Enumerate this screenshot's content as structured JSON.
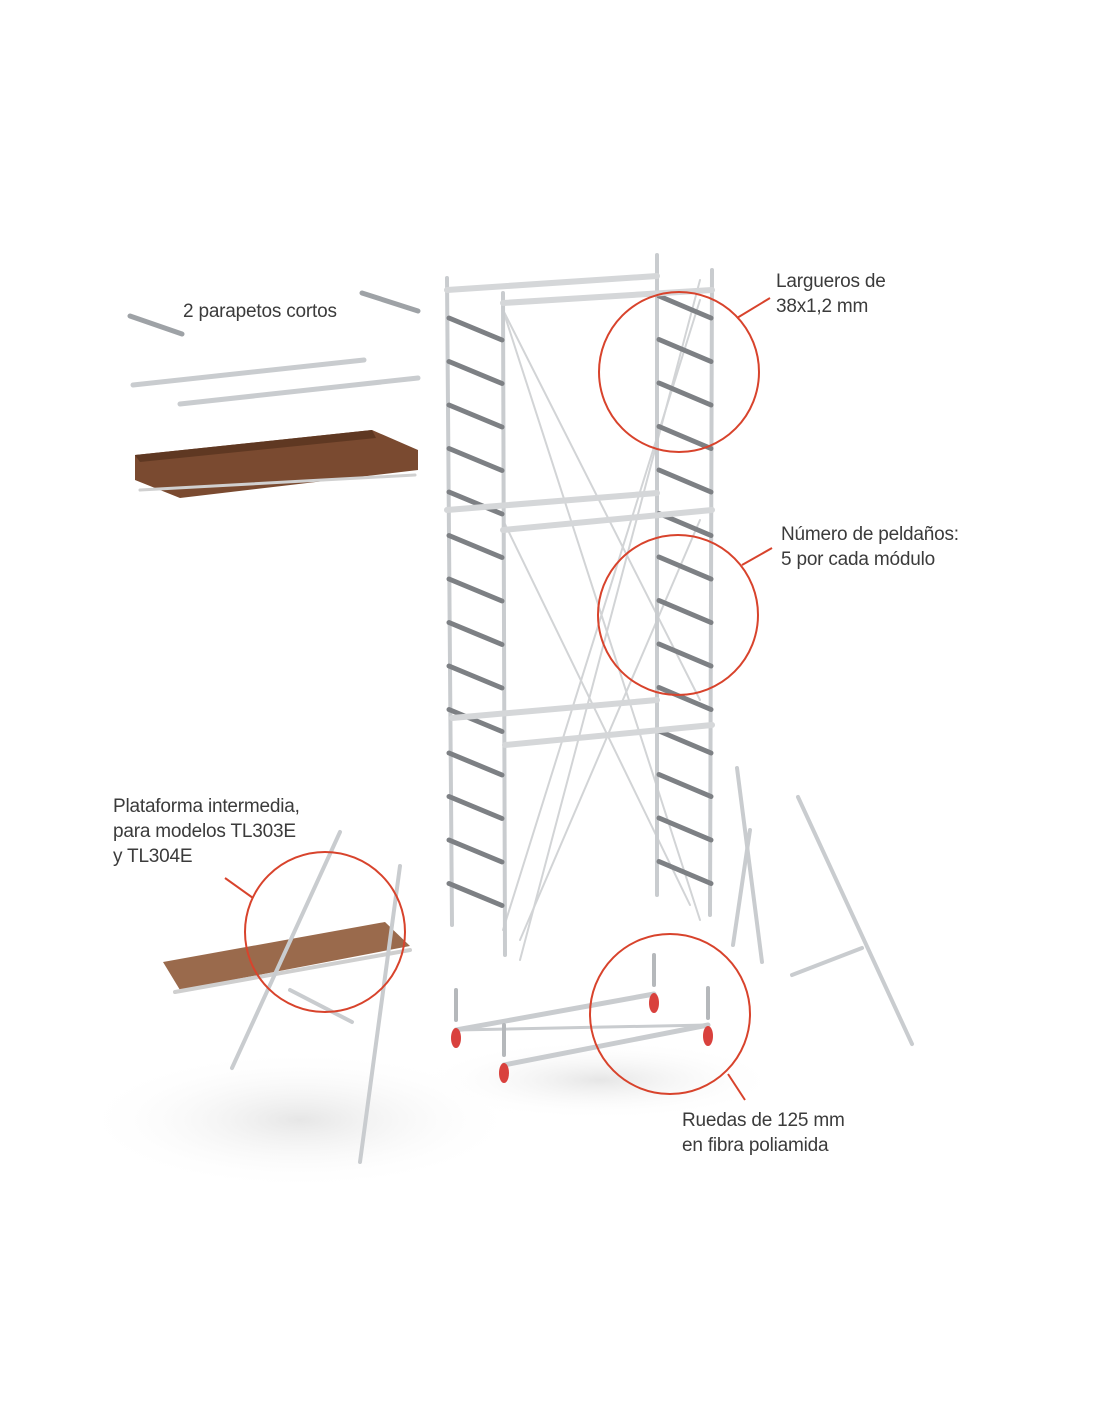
{
  "annotations": {
    "guardrails": {
      "text": "2 parapetos cortos"
    },
    "stringers": {
      "line1": "Largueros de",
      "line2": "38x1,2 mm"
    },
    "rungs": {
      "line1": "Número de peldaños:",
      "line2": "5 por cada módulo"
    },
    "platform": {
      "line1": "Plataforma intermedia,",
      "line2": "para modelos TL303E",
      "line3": "y TL304E"
    },
    "wheels": {
      "line1": "Ruedas de 125 mm",
      "line2": "en fibra poliamida"
    }
  },
  "colors": {
    "callout": "#d8432c",
    "aluminium": "#c9cccf",
    "rung": "#7d8084",
    "wood": "#7a4a30",
    "platform_wood": "#9a6a4c",
    "text": "#3b3b3b"
  }
}
